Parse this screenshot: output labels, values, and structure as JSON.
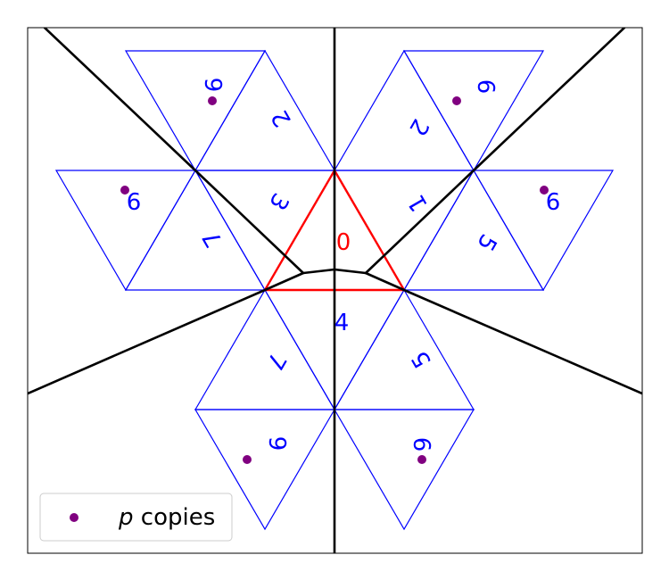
{
  "colors": {
    "net": "#0000ff",
    "center_face": "#ff0000",
    "cut_lines": "#000000",
    "point": "#800080"
  },
  "faces": {
    "center": "0",
    "f1": "1",
    "f2": "2",
    "f3": "3",
    "f4": "4",
    "f5": "5",
    "f6": "6",
    "f7": "7"
  },
  "legend": {
    "symbol": "p",
    "text": " copies"
  }
}
